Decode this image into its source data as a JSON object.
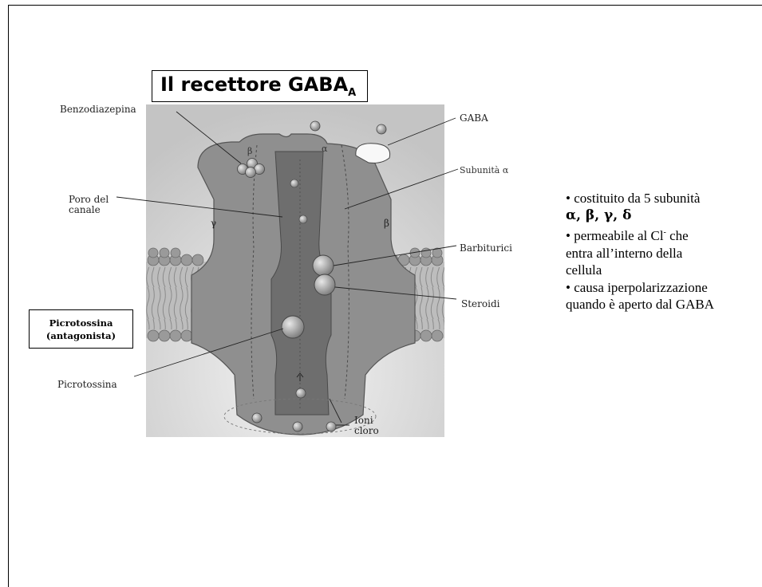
{
  "title": {
    "main": "Il recettore GABA",
    "subscript": "A"
  },
  "figure_labels": {
    "benzodiazepina": "Benzodiazepina",
    "gaba": "GABA",
    "subunita_alfa": "Subunità α",
    "poro_line1": "Poro del",
    "poro_line2": "canale",
    "barbiturici": "Barbiturici",
    "steroidi": "Steroidi",
    "picrotossina": "Picrotossina",
    "ioni_line1": "Ioni",
    "ioni_line2": "cloro",
    "sub_beta_top": "β",
    "sub_alpha_top": "α",
    "sub_gamma": "γ",
    "sub_beta_right": "β"
  },
  "picrotoxin_box": {
    "line1": "Picrotossina",
    "line2": "(antagonista)"
  },
  "bullets": {
    "b1": "• costituito da 5 subunità",
    "b1_greek": "α, β, γ, δ",
    "b2_pre": "• permeabile al Cl",
    "b2_sup": "-",
    "b2_post": " che",
    "b2_line2": "entra all’interno della",
    "b2_line3": "cellula",
    "b3_line1": "• causa iperpolarizzazione",
    "b3_line2": "quando è aperto dal GABA"
  },
  "colors": {
    "receptor_fill": "#8f8f8f",
    "channel_fill": "#6e6e6e",
    "background_panel": "#cfcfcf",
    "membrane_head": "#9a9a9a"
  }
}
